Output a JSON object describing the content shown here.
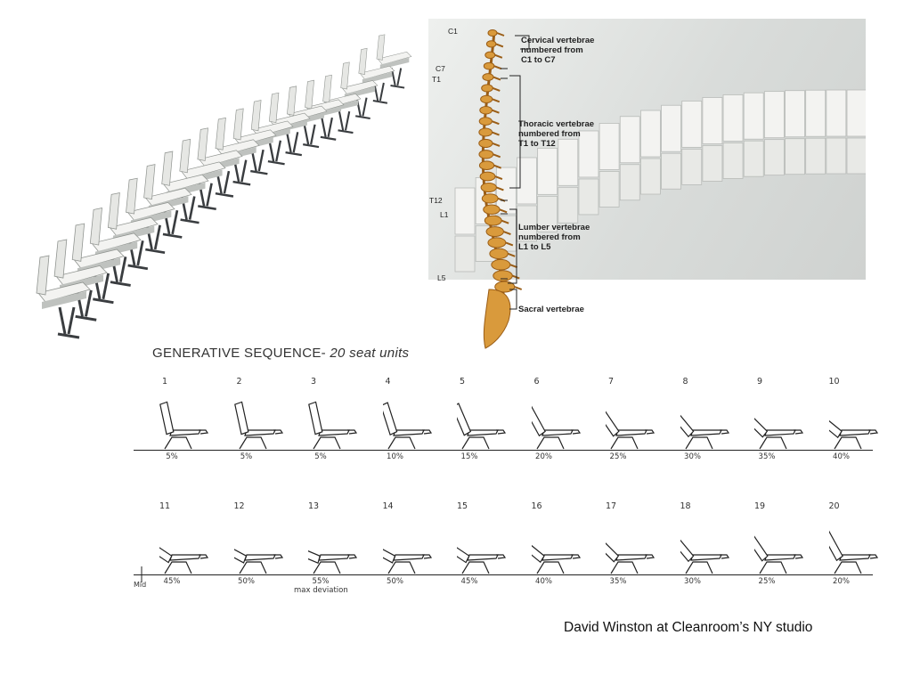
{
  "spine": {
    "labels": {
      "c1": "C1",
      "c7": "C7",
      "t1": "T1",
      "t12": "T12",
      "l1": "L1",
      "l5": "L5"
    },
    "cervical": "Cervical vertebrae\nnumbered from\nC1 to C7",
    "thoracic": "Thoracic vertebrae\nnumbered from\nT1 to T12",
    "lumbar": "Lumber vertebrae\nnumbered from\nL1 to L5",
    "sacral": "Sacral vertebrae"
  },
  "sequence": {
    "heading_prefix": "GENERATIVE SEQUENCE-",
    "heading_suffix": "20 seat units",
    "row1": {
      "numbers": [
        "1",
        "2",
        "3",
        "4",
        "5",
        "6",
        "7",
        "8",
        "9",
        "10"
      ],
      "percents": [
        "5%",
        "5%",
        "5%",
        "10%",
        "15%",
        "20%",
        "25%",
        "30%",
        "35%",
        "40%"
      ],
      "recline": [
        0.05,
        0.05,
        0.05,
        0.1,
        0.15,
        0.2,
        0.25,
        0.3,
        0.35,
        0.4
      ]
    },
    "row2": {
      "numbers": [
        "11",
        "12",
        "13",
        "14",
        "15",
        "16",
        "17",
        "18",
        "19",
        "20"
      ],
      "percents": [
        "45%",
        "50%",
        "55%",
        "50%",
        "45%",
        "40%",
        "35%",
        "30%",
        "25%",
        "20%"
      ],
      "recline": [
        0.45,
        0.5,
        0.55,
        0.5,
        0.45,
        0.4,
        0.35,
        0.3,
        0.25,
        0.2
      ]
    },
    "mid_label": "Mid",
    "max_deviation_label": "max deviation"
  },
  "credit": "David Winston at Cleanroom’s NY studio",
  "colors": {
    "bone": "#d99a3c",
    "bone_dark": "#9a5d16",
    "seat_white": "#f3f3f1",
    "seat_shadow": "#8f938f",
    "frame": "#3a3d40"
  }
}
